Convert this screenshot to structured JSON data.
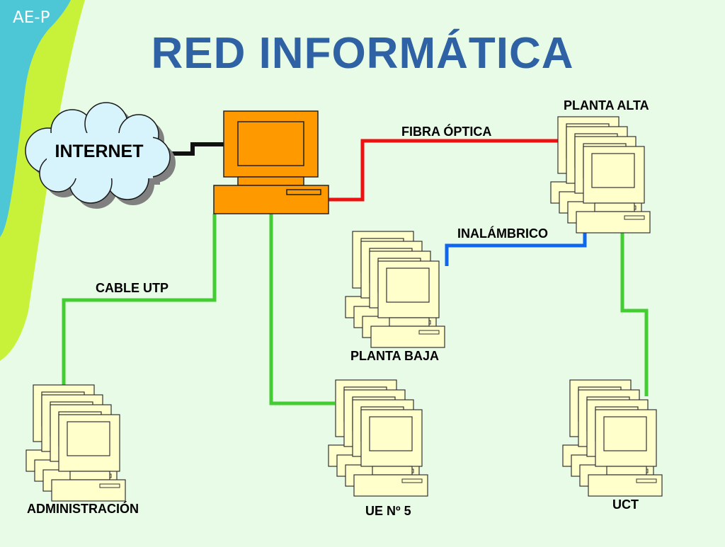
{
  "slide": {
    "badge": "AE-P",
    "title": "RED INFORMÁTICA"
  },
  "nodes": {
    "internet": "INTERNET",
    "planta_alta": "PLANTA ALTA",
    "planta_baja": "PLANTA BAJA",
    "administracion": "ADMINISTRACIÓN",
    "ue5": "UE Nº 5",
    "uct": "UCT"
  },
  "links": {
    "fibra": "FIBRA ÓPTICA",
    "inalambrico": "INALÁMBRICO",
    "utp": "CABLE  UTP"
  },
  "colors": {
    "background": "#e8fbe6",
    "title": "#2e62a4",
    "server": "#ff9900",
    "fiber": "#ee1111",
    "wireless": "#1166ee",
    "utp": "#44cc33",
    "cloud": "#d7f3fb",
    "workstation": "#ffffcc",
    "left_band": "#4dc7d6",
    "lime_band": "#c8f23a"
  },
  "icons": [
    "cloud-icon",
    "server-computer-icon",
    "workstation-group-icon"
  ]
}
